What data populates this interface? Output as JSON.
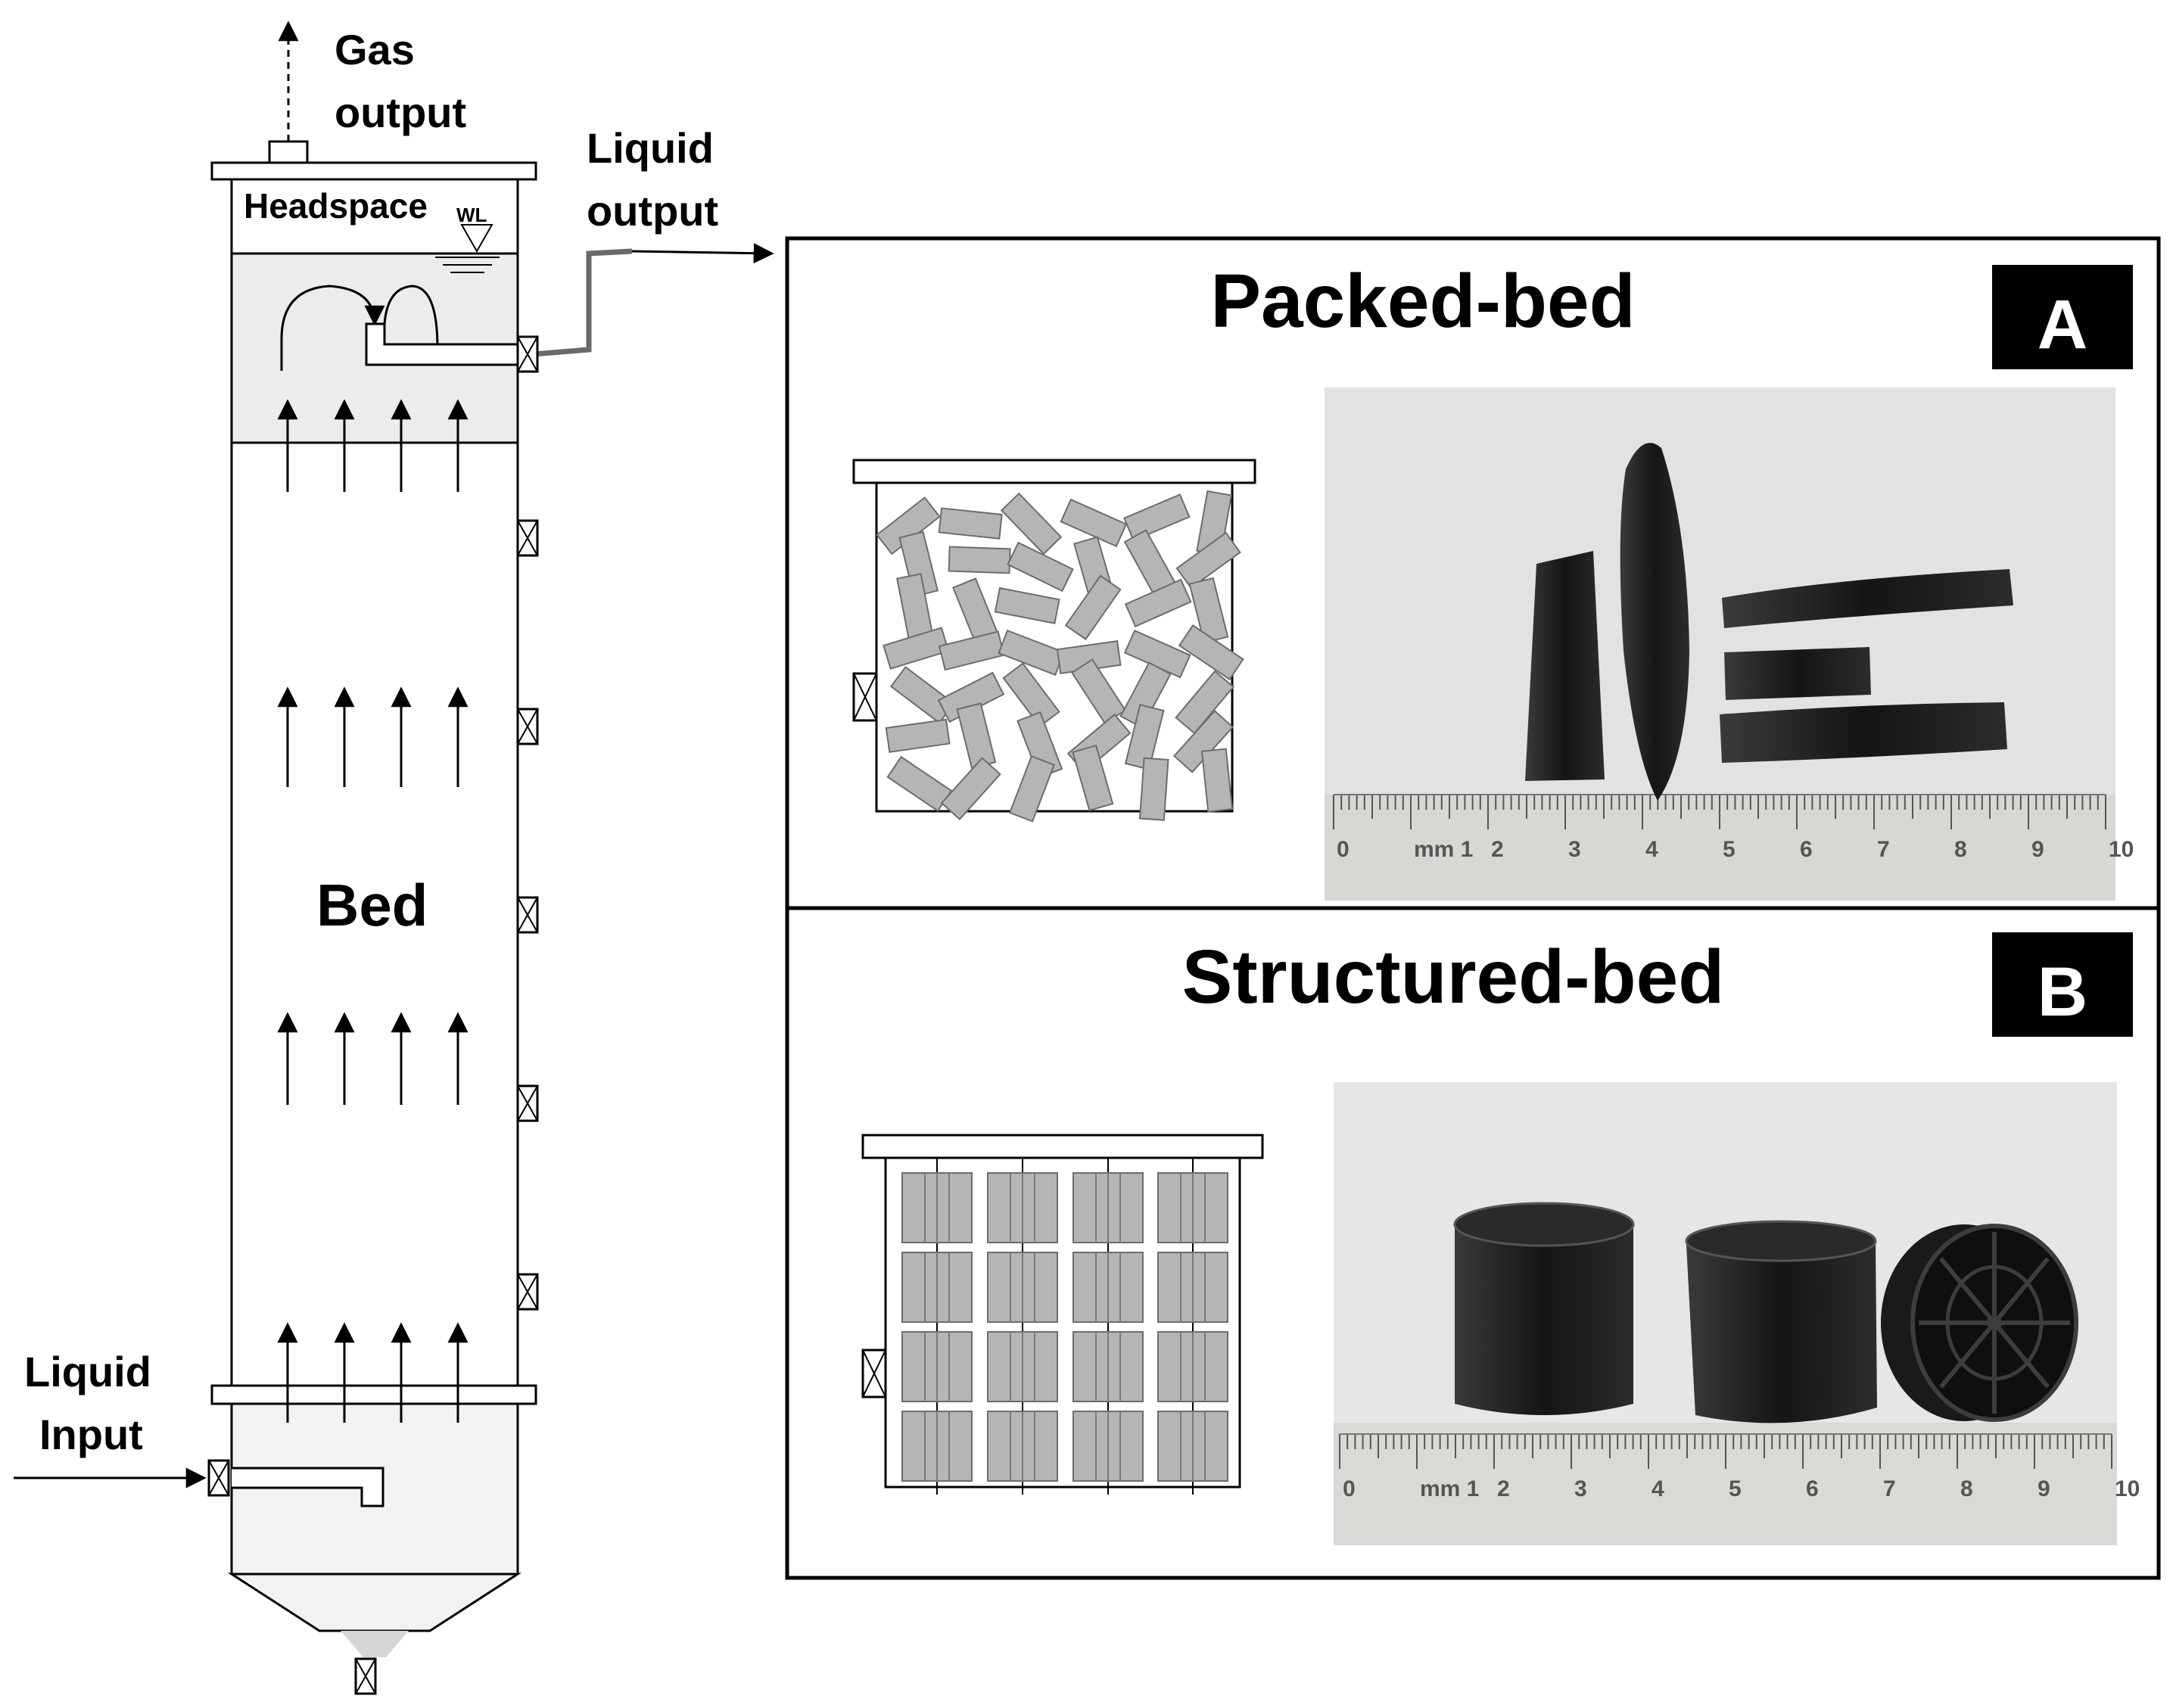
{
  "reactor": {
    "gas_output": [
      "Gas",
      "output"
    ],
    "liquid_output": [
      "Liquid",
      "output"
    ],
    "liquid_input": [
      "Liquid",
      "Input"
    ],
    "headspace": "Headspace",
    "water_level": "WL",
    "bed": "Bed"
  },
  "panels": [
    {
      "title": "Packed-bed",
      "badge": "A",
      "ruler_labels": [
        "0",
        "mm 1",
        "2",
        "3",
        "4",
        "5",
        "6",
        "7",
        "8",
        "9",
        "10"
      ]
    },
    {
      "title": "Structured-bed",
      "badge": "B",
      "ruler_labels": [
        "0",
        "mm 1",
        "2",
        "3",
        "4",
        "5",
        "6",
        "7",
        "8",
        "9",
        "10"
      ]
    }
  ],
  "colors": {
    "line": "#000000",
    "fill_gray": "#b5b5b5",
    "liquid": "#ececec",
    "photo_bg": "#e4e4e2",
    "material": "#1b1b1b"
  }
}
